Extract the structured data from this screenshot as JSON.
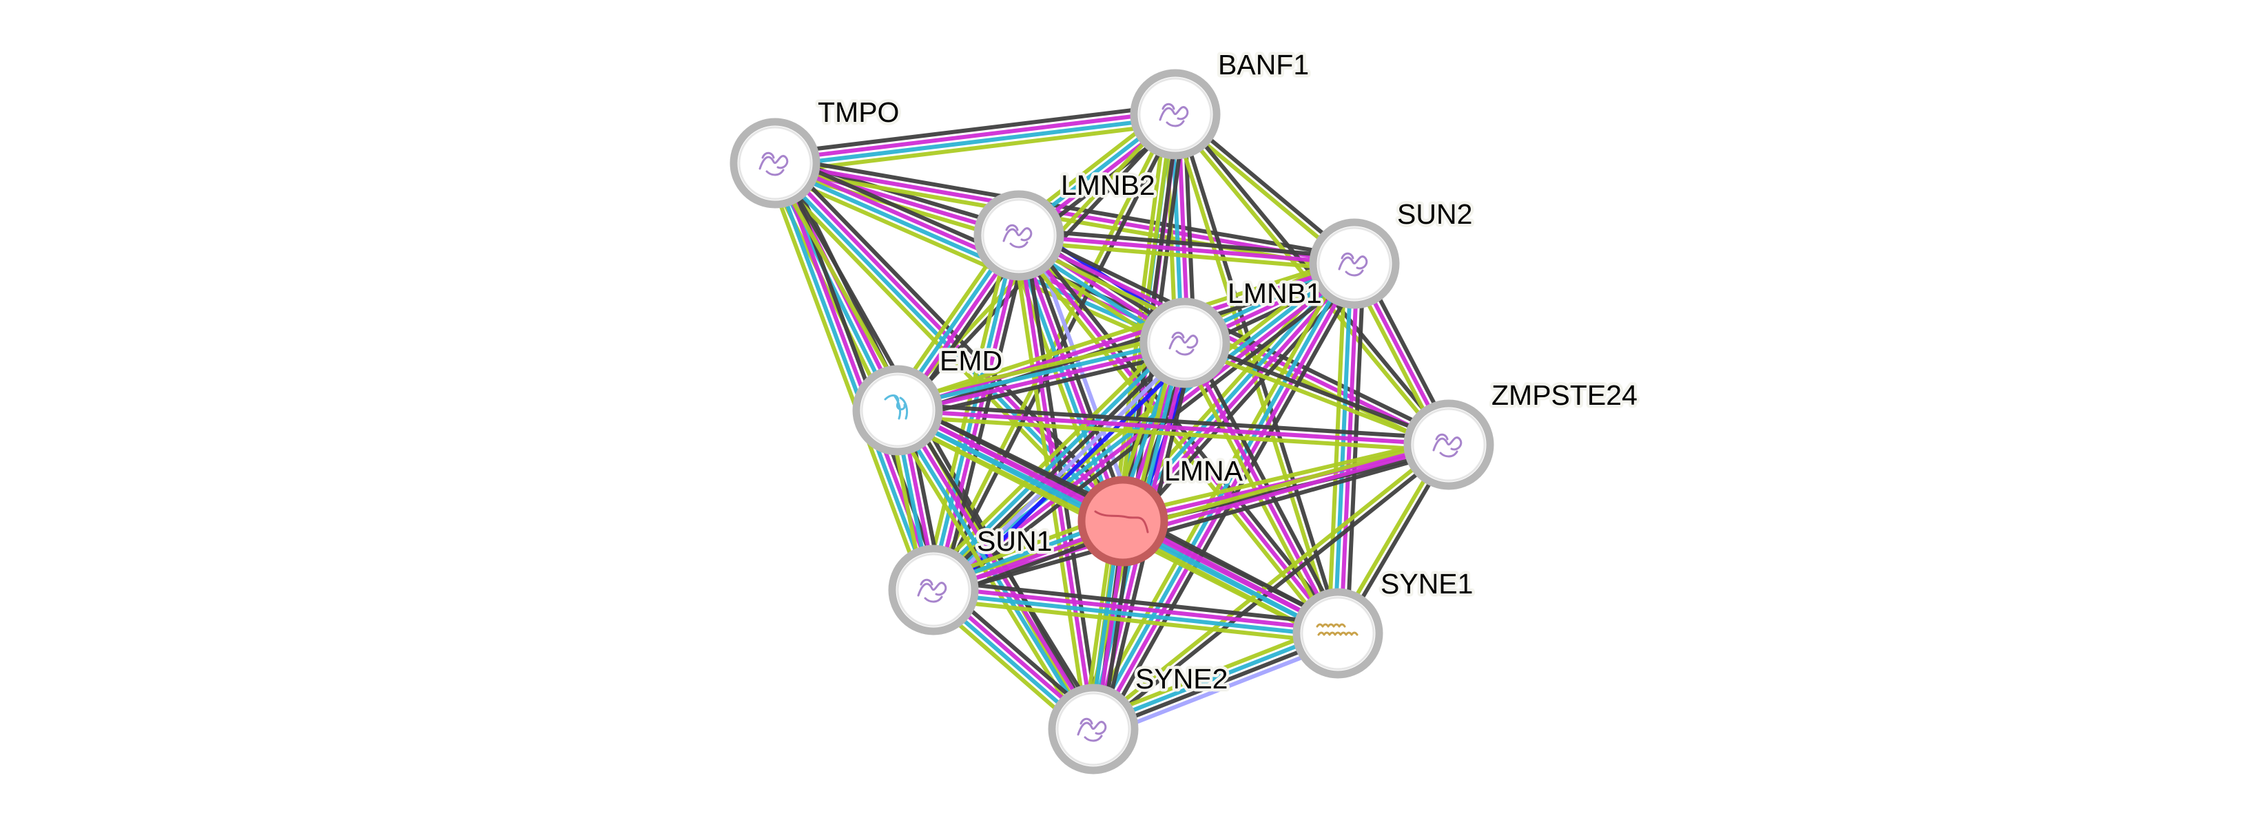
{
  "network": {
    "query_protein": "LMNA",
    "colors": {
      "black": "#404040",
      "magenta": "#cf2dd6",
      "cyan": "#2db3d3",
      "lime": "#accb24",
      "blue": "#1a1aff",
      "lavender": "#a3a3ff",
      "node_ring": "#b6b6b6",
      "query_fill": "#ff9999",
      "query_ring": "#c25c5c",
      "structure_purple": "#a784cc",
      "structure_blue": "#5bbde0",
      "structure_gold": "#c9a24a"
    },
    "nodes": [
      {
        "id": "TMPO",
        "label": "TMPO",
        "structure": "purple"
      },
      {
        "id": "BANF1",
        "label": "BANF1",
        "structure": "purple"
      },
      {
        "id": "LMNB2",
        "label": "LMNB2",
        "structure": "purple"
      },
      {
        "id": "SUN2",
        "label": "SUN2",
        "structure": "purple"
      },
      {
        "id": "LMNB1",
        "label": "LMNB1",
        "structure": "purple"
      },
      {
        "id": "EMD",
        "label": "EMD",
        "structure": "blue"
      },
      {
        "id": "ZMPSTE24",
        "label": "ZMPSTE24",
        "structure": "purple"
      },
      {
        "id": "LMNA",
        "label": "LMNA",
        "structure": "query"
      },
      {
        "id": "SUN1",
        "label": "SUN1",
        "structure": "purple"
      },
      {
        "id": "SYNE1",
        "label": "SYNE1",
        "structure": "gold"
      },
      {
        "id": "SYNE2",
        "label": "SYNE2",
        "structure": "purple"
      }
    ],
    "edges": [
      {
        "a": "TMPO",
        "b": "BANF1",
        "evidence": [
          "black",
          "magenta",
          "cyan",
          "lime"
        ]
      },
      {
        "a": "TMPO",
        "b": "LMNB2",
        "evidence": [
          "black",
          "magenta",
          "lime"
        ]
      },
      {
        "a": "TMPO",
        "b": "SUN2",
        "evidence": [
          "black",
          "magenta",
          "lime"
        ]
      },
      {
        "a": "TMPO",
        "b": "LMNB1",
        "evidence": [
          "black",
          "magenta",
          "cyan",
          "lime"
        ]
      },
      {
        "a": "TMPO",
        "b": "EMD",
        "evidence": [
          "black",
          "magenta",
          "cyan",
          "lime"
        ]
      },
      {
        "a": "TMPO",
        "b": "LMNA",
        "evidence": [
          "black",
          "magenta",
          "cyan",
          "lime"
        ]
      },
      {
        "a": "TMPO",
        "b": "SUN1",
        "evidence": [
          "black",
          "magenta",
          "cyan",
          "lime"
        ]
      },
      {
        "a": "TMPO",
        "b": "SYNE2",
        "evidence": [
          "black",
          "lime"
        ]
      },
      {
        "a": "BANF1",
        "b": "LMNB2",
        "evidence": [
          "black",
          "magenta",
          "cyan",
          "lime"
        ]
      },
      {
        "a": "BANF1",
        "b": "SUN2",
        "evidence": [
          "black",
          "lime"
        ]
      },
      {
        "a": "BANF1",
        "b": "LMNB1",
        "evidence": [
          "black",
          "magenta",
          "cyan",
          "lime"
        ]
      },
      {
        "a": "BANF1",
        "b": "EMD",
        "evidence": [
          "black",
          "lime"
        ]
      },
      {
        "a": "BANF1",
        "b": "LMNA",
        "evidence": [
          "black",
          "magenta",
          "cyan",
          "lime"
        ]
      },
      {
        "a": "BANF1",
        "b": "SUN1",
        "evidence": [
          "black",
          "lime"
        ]
      },
      {
        "a": "BANF1",
        "b": "ZMPSTE24",
        "evidence": [
          "black",
          "lime"
        ]
      },
      {
        "a": "BANF1",
        "b": "SYNE1",
        "evidence": [
          "black",
          "lime"
        ]
      },
      {
        "a": "BANF1",
        "b": "SYNE2",
        "evidence": [
          "black",
          "lime"
        ]
      },
      {
        "a": "LMNB2",
        "b": "SUN2",
        "evidence": [
          "black",
          "magenta",
          "lime"
        ]
      },
      {
        "a": "LMNB2",
        "b": "LMNB1",
        "evidence": [
          "blue",
          "black",
          "magenta",
          "cyan",
          "lime"
        ]
      },
      {
        "a": "LMNB2",
        "b": "EMD",
        "evidence": [
          "black",
          "magenta",
          "cyan",
          "lime"
        ]
      },
      {
        "a": "LMNB2",
        "b": "LMNA",
        "evidence": [
          "lavender",
          "black",
          "magenta",
          "cyan",
          "lime"
        ]
      },
      {
        "a": "LMNB2",
        "b": "SUN1",
        "evidence": [
          "black",
          "magenta",
          "cyan",
          "lime"
        ]
      },
      {
        "a": "LMNB2",
        "b": "ZMPSTE24",
        "evidence": [
          "black",
          "magenta",
          "lime"
        ]
      },
      {
        "a": "LMNB2",
        "b": "SYNE1",
        "evidence": [
          "black",
          "magenta",
          "lime"
        ]
      },
      {
        "a": "LMNB2",
        "b": "SYNE2",
        "evidence": [
          "black",
          "magenta",
          "lime"
        ]
      },
      {
        "a": "SUN2",
        "b": "LMNB1",
        "evidence": [
          "black",
          "magenta",
          "cyan",
          "lime"
        ]
      },
      {
        "a": "SUN2",
        "b": "EMD",
        "evidence": [
          "black",
          "magenta",
          "lime"
        ]
      },
      {
        "a": "SUN2",
        "b": "LMNA",
        "evidence": [
          "black",
          "magenta",
          "cyan",
          "lime"
        ]
      },
      {
        "a": "SUN2",
        "b": "SUN1",
        "evidence": [
          "black",
          "magenta",
          "cyan",
          "lime"
        ]
      },
      {
        "a": "SUN2",
        "b": "ZMPSTE24",
        "evidence": [
          "black",
          "magenta",
          "lime"
        ]
      },
      {
        "a": "SUN2",
        "b": "SYNE1",
        "evidence": [
          "black",
          "magenta",
          "cyan",
          "lime"
        ]
      },
      {
        "a": "SUN2",
        "b": "SYNE2",
        "evidence": [
          "black",
          "magenta",
          "cyan",
          "lime"
        ]
      },
      {
        "a": "LMNB1",
        "b": "EMD",
        "evidence": [
          "black",
          "magenta",
          "cyan",
          "lime"
        ]
      },
      {
        "a": "LMNB1",
        "b": "LMNA",
        "evidence": [
          "blue",
          "black",
          "magenta",
          "cyan",
          "lime"
        ]
      },
      {
        "a": "LMNB1",
        "b": "SUN1",
        "evidence": [
          "blue",
          "lavender",
          "black",
          "cyan",
          "lime"
        ]
      },
      {
        "a": "LMNB1",
        "b": "ZMPSTE24",
        "evidence": [
          "black",
          "lime"
        ]
      },
      {
        "a": "LMNB1",
        "b": "SYNE1",
        "evidence": [
          "black",
          "magenta",
          "lime"
        ]
      },
      {
        "a": "LMNB1",
        "b": "SYNE2",
        "evidence": [
          "black",
          "magenta",
          "cyan",
          "lime"
        ]
      },
      {
        "a": "EMD",
        "b": "LMNA",
        "evidence": [
          "black",
          "magenta",
          "cyan",
          "lime"
        ]
      },
      {
        "a": "EMD",
        "b": "SUN1",
        "evidence": [
          "black",
          "magenta",
          "cyan",
          "lime"
        ]
      },
      {
        "a": "EMD",
        "b": "ZMPSTE24",
        "evidence": [
          "black",
          "magenta",
          "lime"
        ]
      },
      {
        "a": "EMD",
        "b": "SYNE1",
        "evidence": [
          "black",
          "magenta",
          "cyan",
          "lime"
        ]
      },
      {
        "a": "EMD",
        "b": "SYNE2",
        "evidence": [
          "black",
          "magenta",
          "cyan",
          "lime"
        ]
      },
      {
        "a": "ZMPSTE24",
        "b": "LMNA",
        "evidence": [
          "black",
          "magenta",
          "lime"
        ]
      },
      {
        "a": "ZMPSTE24",
        "b": "SUN1",
        "evidence": [
          "black",
          "magenta",
          "lime"
        ]
      },
      {
        "a": "ZMPSTE24",
        "b": "SYNE1",
        "evidence": [
          "black",
          "lime"
        ]
      },
      {
        "a": "ZMPSTE24",
        "b": "SYNE2",
        "evidence": [
          "black",
          "lime"
        ]
      },
      {
        "a": "LMNA",
        "b": "SUN1",
        "evidence": [
          "black",
          "magenta",
          "cyan",
          "lime"
        ]
      },
      {
        "a": "LMNA",
        "b": "SYNE1",
        "evidence": [
          "black",
          "magenta",
          "cyan",
          "lime"
        ]
      },
      {
        "a": "LMNA",
        "b": "SYNE2",
        "evidence": [
          "black",
          "magenta",
          "cyan",
          "lime"
        ]
      },
      {
        "a": "SUN1",
        "b": "SYNE1",
        "evidence": [
          "black",
          "magenta",
          "cyan",
          "lime"
        ]
      },
      {
        "a": "SUN1",
        "b": "SYNE2",
        "evidence": [
          "black",
          "magenta",
          "cyan",
          "lime"
        ]
      },
      {
        "a": "SYNE1",
        "b": "SYNE2",
        "evidence": [
          "lavender",
          "black",
          "cyan",
          "lime"
        ]
      }
    ]
  }
}
